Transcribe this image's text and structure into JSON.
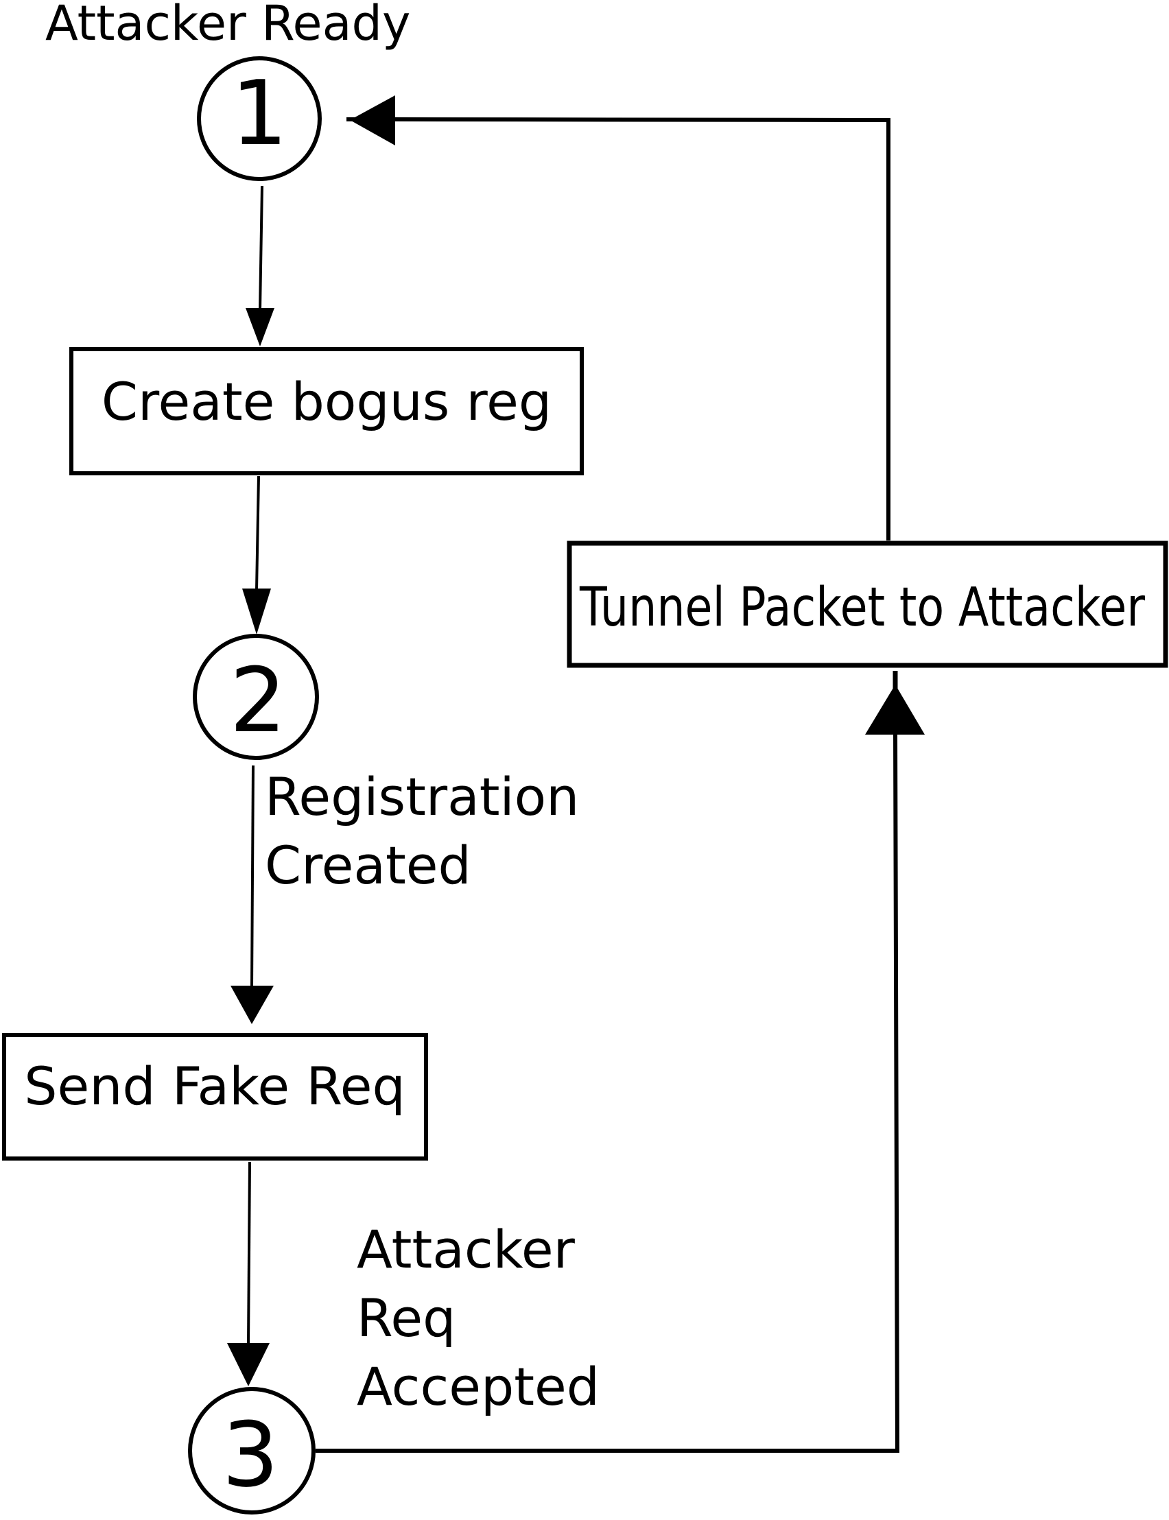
{
  "diagram": {
    "states": [
      {
        "id": "s1",
        "number": "1"
      },
      {
        "id": "s2",
        "number": "2"
      },
      {
        "id": "s3",
        "number": "3"
      }
    ],
    "actions": {
      "create": "Create bogus reg",
      "send": "Send Fake Req",
      "tunnel": "Tunnel Packet to Attacker"
    },
    "labels": {
      "state1": "Attacker Ready",
      "state2": [
        "Registration",
        "Created"
      ],
      "state3": [
        "Attacker",
        "Req",
        "Accepted"
      ]
    },
    "colors": {
      "stroke": "#000000",
      "background": "#ffffff"
    }
  }
}
